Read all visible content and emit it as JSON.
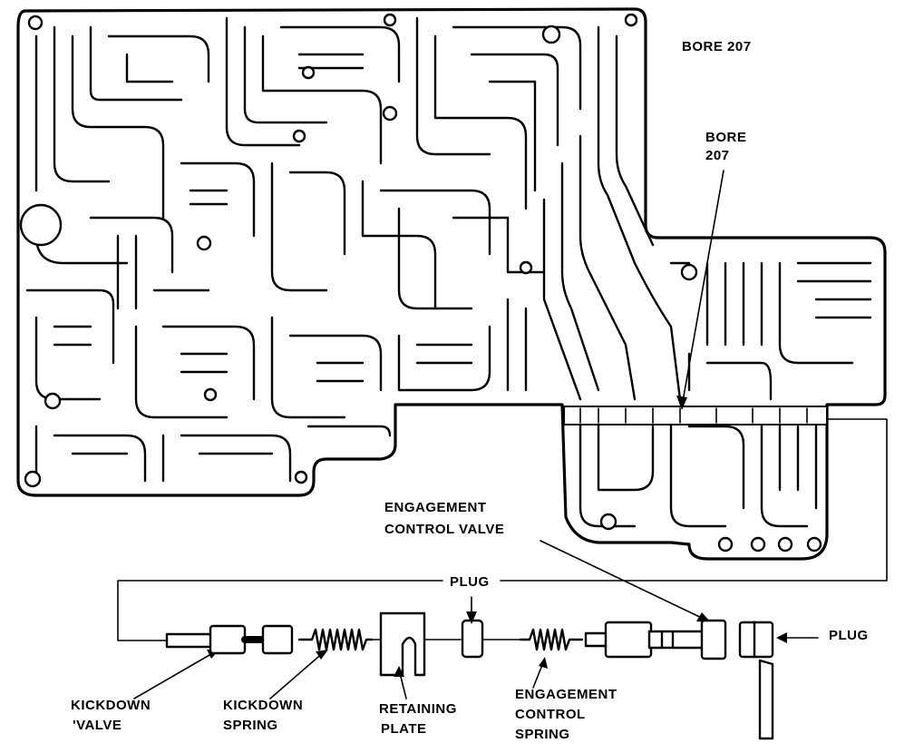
{
  "labels": {
    "bore_title": "BORE 207",
    "bore_callout_line1": "BORE",
    "bore_callout_line2": "207",
    "engagement_valve_line1": "ENGAGEMENT",
    "engagement_valve_line2": "CONTROL VALVE",
    "plug_top": "PLUG",
    "plug_right": "PLUG",
    "kickdown_valve_line1": "KICKDOWN",
    "kickdown_valve_line2": "'VALVE",
    "kickdown_spring_line1": "KICKDOWN",
    "kickdown_spring_line2": "SPRING",
    "retaining_plate_line1": "RETAINING",
    "retaining_plate_line2": "PLATE",
    "engagement_spring_line1": "ENGAGEMENT",
    "engagement_spring_line2": "CONTROL",
    "engagement_spring_line3": "SPRING"
  },
  "colors": {
    "ink": "#000000",
    "paper": "#ffffff"
  }
}
